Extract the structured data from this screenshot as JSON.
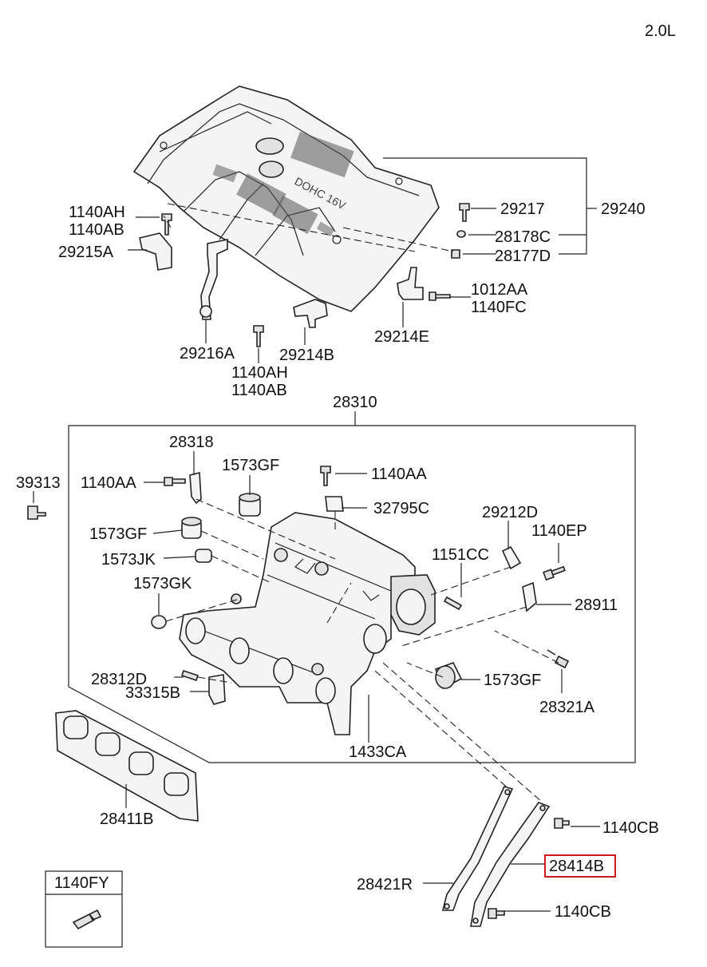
{
  "engine_label": "2.0L",
  "labels": {
    "l_1140AH_top": "1140AH",
    "l_1140AB_top": "1140AB",
    "l_29215A": "29215A",
    "l_29217": "29217",
    "l_29240": "29240",
    "l_28178C": "28178C",
    "l_28177D": "28177D",
    "l_1012AA": "1012AA",
    "l_1140FC": "1140FC",
    "l_29214E": "29214E",
    "l_29216A": "29216A",
    "l_29214B": "29214B",
    "l_1140AH_mid": "1140AH",
    "l_1140AB_mid": "1140AB",
    "l_28310": "28310",
    "l_28318": "28318",
    "l_39313": "39313",
    "l_1140AA_left": "1140AA",
    "l_1573GF_a": "1573GF",
    "l_1140AA_right": "1140AA",
    "l_32795C": "32795C",
    "l_29212D": "29212D",
    "l_1573GF_b": "1573GF",
    "l_1140EP": "1140EP",
    "l_1573JK": "1573JK",
    "l_1151CC": "1151CC",
    "l_1573GK": "1573GK",
    "l_28911": "28911",
    "l_28312D": "28312D",
    "l_1573GF_c": "1573GF",
    "l_33315B": "33315B",
    "l_28321A": "28321A",
    "l_1433CA": "1433CA",
    "l_28411B": "28411B",
    "l_1140CB_a": "1140CB",
    "l_28414B": "28414B",
    "l_28421R": "28421R",
    "l_1140CB_b": "1140CB"
  },
  "inset_label": "1140FY",
  "highlight_color": "#d0191f"
}
